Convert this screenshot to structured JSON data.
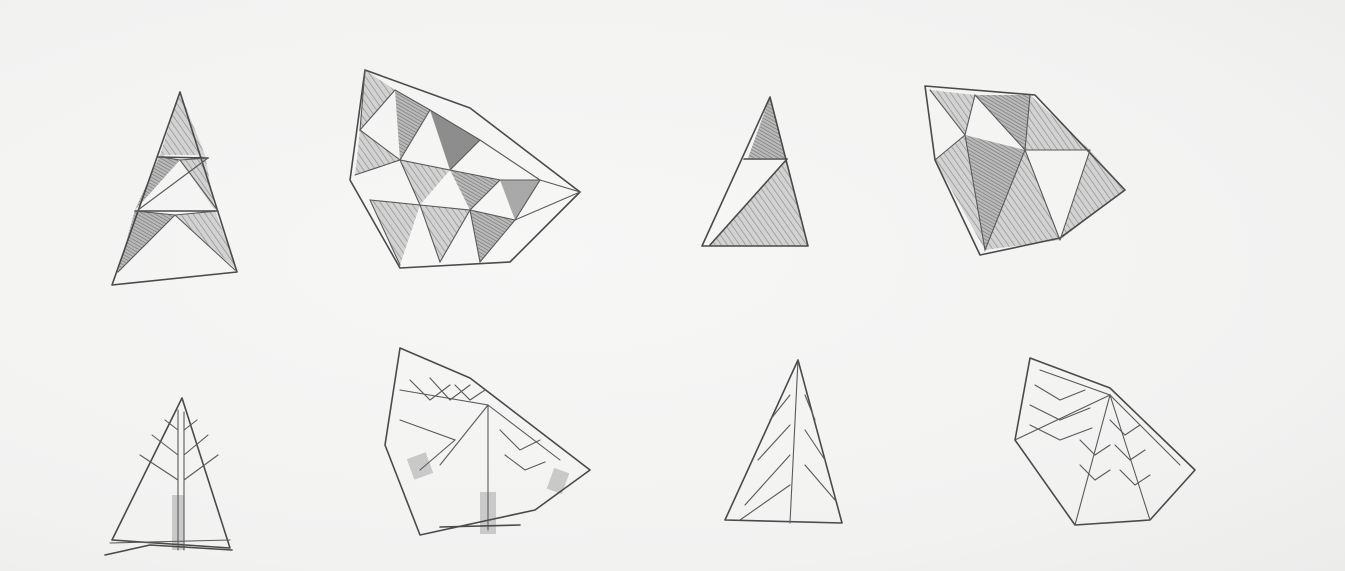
{
  "sketches": [
    {
      "name": "shaded-tree-triangle",
      "row": 1,
      "style": "shaded"
    },
    {
      "name": "shaded-faceted-polygon",
      "row": 1,
      "style": "shaded"
    },
    {
      "name": "half-shaded-triangle",
      "row": 1,
      "style": "shaded"
    },
    {
      "name": "hatched-fan-polygon",
      "row": 1,
      "style": "shaded"
    },
    {
      "name": "leaf-vein-tree",
      "row": 2,
      "style": "line"
    },
    {
      "name": "branching-fan-tree",
      "row": 2,
      "style": "line"
    },
    {
      "name": "striped-triangle",
      "row": 2,
      "style": "line"
    },
    {
      "name": "chevron-fan-polygon",
      "row": 2,
      "style": "line"
    }
  ],
  "colors": {
    "paper": "#f4f4f3",
    "ink": "#4a4a4a",
    "shade_light": "#c9c9c9",
    "shade_dark": "#8d8d8d"
  }
}
